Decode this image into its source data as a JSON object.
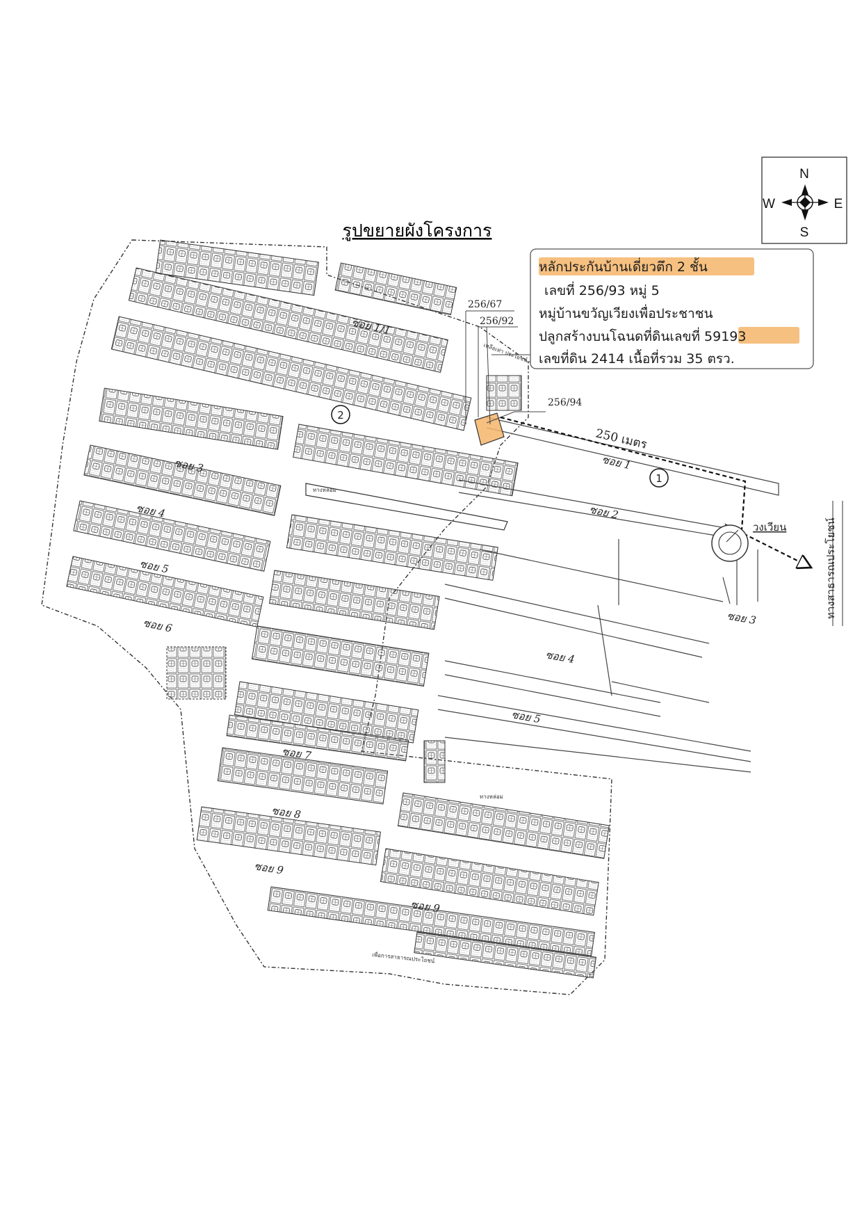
{
  "title": "รูปขยายผังโครงการ",
  "compass": {
    "north": "N",
    "south": "S",
    "east": "E",
    "west": "W"
  },
  "info_box": {
    "line1": "หลักประกันบ้านเดี่ยวตึก 2 ชั้น",
    "line2": "เลขที่ 256/93 หมู่ 5",
    "line3": "หมู่บ้านขวัญเวียงเพื่อประชาชน",
    "line4": "ปลูกสร้างบนโฉนดที่ดินเลขที่ 59193",
    "line5": "เลขที่ดิน 2414 เนื้อที่รวม 35 ตรว.",
    "highlight_color": "#f5b56a"
  },
  "house_refs": {
    "ref1": "256/67",
    "ref2": "256/92",
    "ref3": "256/94"
  },
  "markers": {
    "marker1": "1",
    "marker2": "2"
  },
  "distance_label": "250 เมตร",
  "roundabout_label": "วงเวียน",
  "public_road_label": "ทางสาธารณประโยชน์",
  "small_labels": {
    "canal_1": "ทางหล่อม",
    "canal_2": "ทางหล่อม",
    "bottom_path": "เพื่อการสาธารณประโยชน์",
    "top_path": "เหลือเท่า  ประโยชน์"
  },
  "sois": {
    "soi_1_1": "ซอย 1/1",
    "soi_1": "ซอย 1",
    "soi_2": "ซอย 2",
    "soi_3_left": "ซอย 3",
    "soi_3_right": "ซอย 3",
    "soi_4_left": "ซอย 4",
    "soi_4_right": "ซอย 4",
    "soi_5_left": "ซอย 5",
    "soi_5_right": "ซอย 5",
    "soi_6": "ซอย 6",
    "soi_7": "ซอย 7",
    "soi_8": "ซอย 8",
    "soi_9_left": "ซอย 9",
    "soi_9_right": "ซอย 9"
  }
}
